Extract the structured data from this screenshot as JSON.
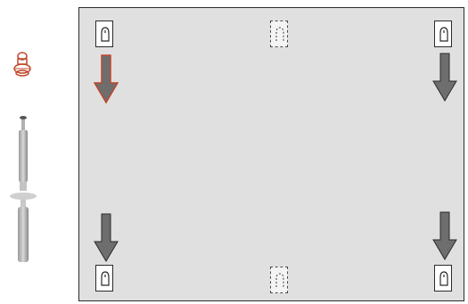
{
  "colors": {
    "board": "#e0e0e0",
    "border": "#2b2b2b",
    "arrow": "#6e6e6e",
    "highlight": "#c0472b"
  },
  "icons": {
    "fastener": "bolt-icon",
    "rod": "rod-part-icon",
    "bracket": "mounting-bracket-icon",
    "arrow": "down-arrow-icon"
  },
  "arrows": [
    {
      "name": "arrow-top-left",
      "highlighted": true
    },
    {
      "name": "arrow-top-right",
      "highlighted": false
    },
    {
      "name": "arrow-bottom-left",
      "highlighted": false
    },
    {
      "name": "arrow-bottom-right",
      "highlighted": false
    }
  ]
}
